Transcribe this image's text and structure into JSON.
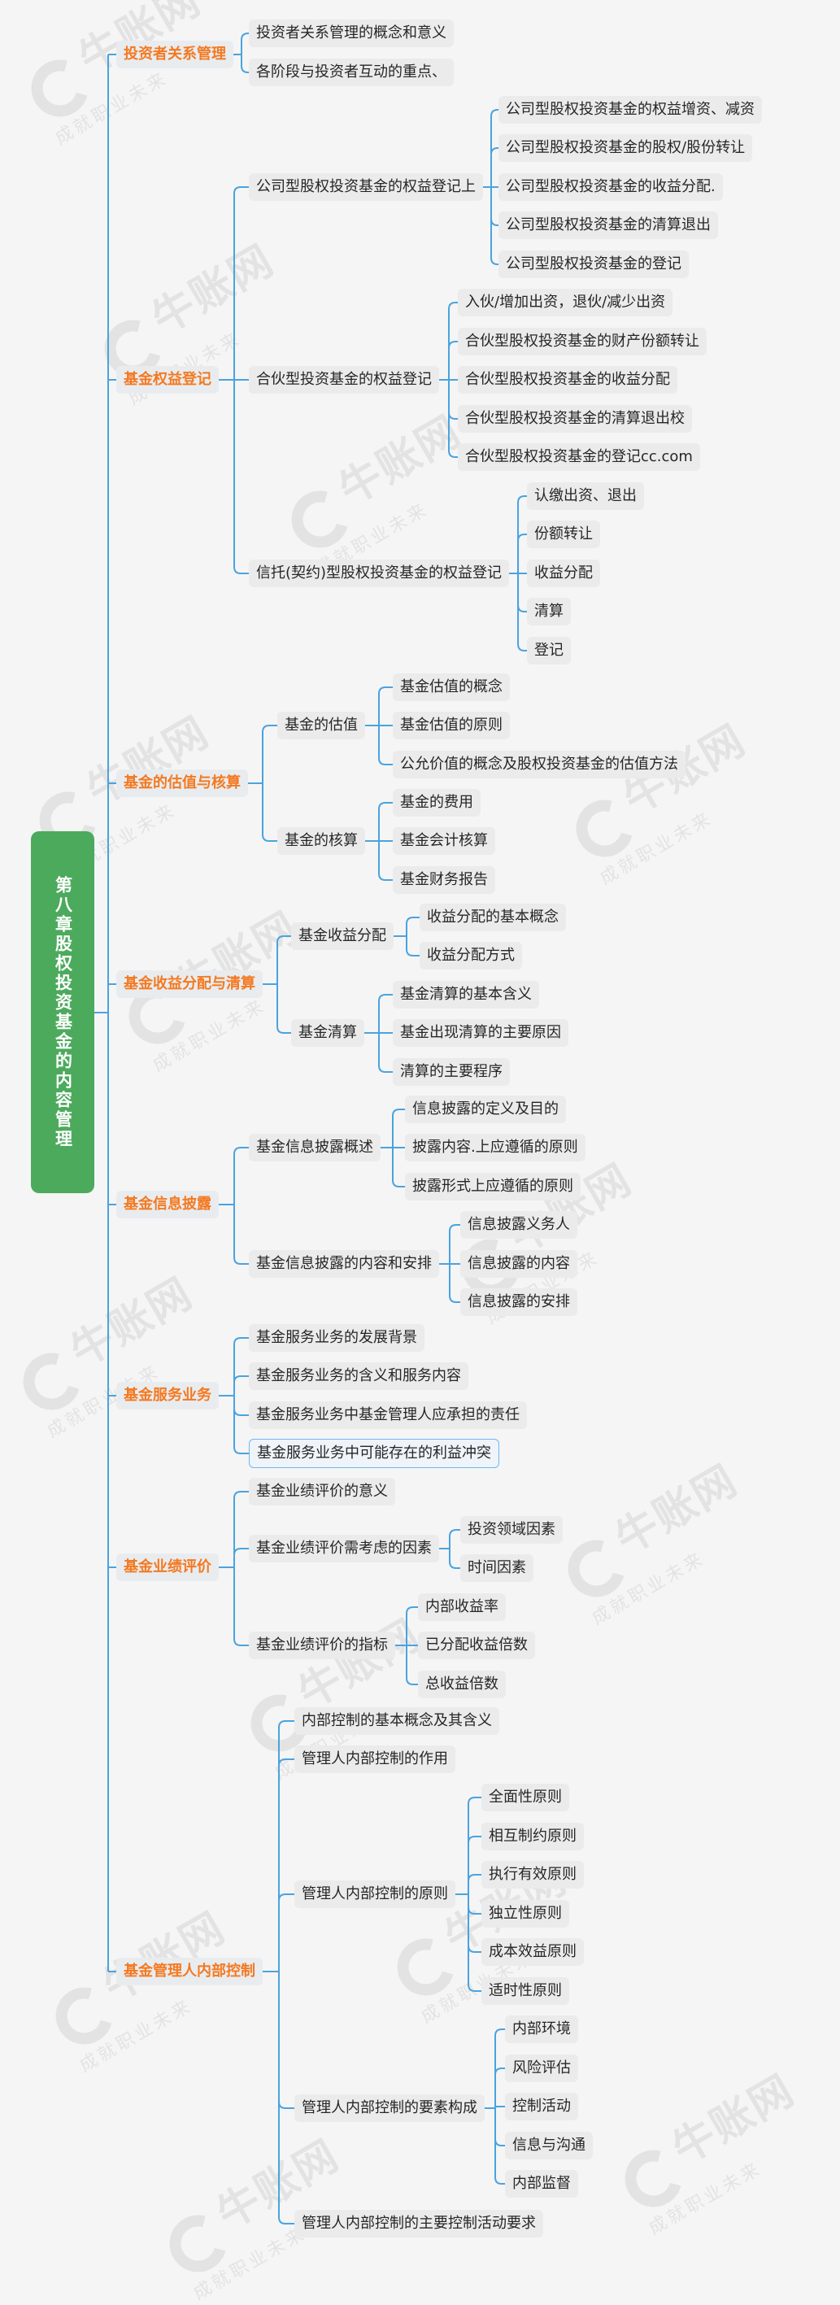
{
  "root": {
    "label": "第八章股权投资基金的内容管理"
  },
  "watermark": {
    "brand": "牛账网",
    "slogan": "成就职业未来"
  },
  "colors": {
    "line": "#4aa3df",
    "root_bg": "#4caa5c",
    "l1_text": "#f47920"
  },
  "branches": [
    {
      "label": "投资者关系管理",
      "children": [
        {
          "label": "投资者关系管理的概念和意义"
        },
        {
          "label": "各阶段与投资者互动的重点、"
        }
      ]
    },
    {
      "label": "基金权益登记",
      "children": [
        {
          "label": "公司型股权投资基金的权益登记上",
          "children": [
            {
              "label": "公司型股权投资基金的权益增资、减资"
            },
            {
              "label": "公司型股权投资基金的股权/股份转让"
            },
            {
              "label": "公司型股权投资基金的收益分配."
            },
            {
              "label": "公司型股权投资基金的清算退出"
            },
            {
              "label": "公司型股权投资基金的登记"
            }
          ]
        },
        {
          "label": "合伙型投资基金的权益登记",
          "children": [
            {
              "label": "入伙/增加出资，退伙/减少出资"
            },
            {
              "label": "合伙型股权投资基金的财产份额转让"
            },
            {
              "label": "合伙型股权投资基金的收益分配"
            },
            {
              "label": "合伙型股权投资基金的清算退出校"
            },
            {
              "label": "合伙型股权投资基金的登记cc.com"
            }
          ]
        },
        {
          "label": "信托(契约)型股权投资基金的权益登记",
          "children": [
            {
              "label": "认缴出资、退出"
            },
            {
              "label": "份额转让"
            },
            {
              "label": "收益分配"
            },
            {
              "label": "清算"
            },
            {
              "label": "登记"
            }
          ]
        }
      ]
    },
    {
      "label": "基金的估值与核算",
      "children": [
        {
          "label": "基金的估值",
          "children": [
            {
              "label": "基金估值的概念"
            },
            {
              "label": "基金估值的原则"
            },
            {
              "label": "公允价值的概念及股权投资基金的估值方法"
            }
          ]
        },
        {
          "label": "基金的核算",
          "children": [
            {
              "label": "基金的费用"
            },
            {
              "label": "基金会计核算"
            },
            {
              "label": "基金财务报告"
            }
          ]
        }
      ]
    },
    {
      "label": "基金收益分配与清算",
      "children": [
        {
          "label": "基金收益分配",
          "children": [
            {
              "label": "收益分配的基本概念"
            },
            {
              "label": "收益分配方式"
            }
          ]
        },
        {
          "label": "基金清算",
          "children": [
            {
              "label": "基金清算的基本含义"
            },
            {
              "label": "基金出现清算的主要原因"
            },
            {
              "label": "清算的主要程序"
            }
          ]
        }
      ]
    },
    {
      "label": "基金信息披露",
      "children": [
        {
          "label": "基金信息披露概述",
          "children": [
            {
              "label": "信息披露的定义及目的"
            },
            {
              "label": "披露内容.上应遵循的原则"
            },
            {
              "label": "披露形式上应遵循的原则"
            }
          ]
        },
        {
          "label": "基金信息披露的内容和安排",
          "children": [
            {
              "label": "信息披露义务人"
            },
            {
              "label": "信息披露的内容"
            },
            {
              "label": "信息披露的安排"
            }
          ]
        }
      ]
    },
    {
      "label": "基金服务业务",
      "children": [
        {
          "label": "基金服务业务的发展背景"
        },
        {
          "label": "基金服务业务的含义和服务内容"
        },
        {
          "label": "基金服务业务中基金管理人应承担的责任"
        },
        {
          "label": "基金服务业务中可能存在的利益冲突",
          "highlight": true
        }
      ]
    },
    {
      "label": "基金业绩评价",
      "children": [
        {
          "label": "基金业绩评价的意义"
        },
        {
          "label": "基金业绩评价需考虑的因素",
          "children": [
            {
              "label": "投资领域因素"
            },
            {
              "label": "时间因素"
            }
          ]
        },
        {
          "label": "基金业绩评价的指标",
          "children": [
            {
              "label": "内部收益率"
            },
            {
              "label": "已分配收益倍数"
            },
            {
              "label": "总收益倍数"
            }
          ]
        }
      ]
    },
    {
      "label": "基金管理人内部控制",
      "children": [
        {
          "label": "内部控制的基本概念及其含义"
        },
        {
          "label": "管理人内部控制的作用"
        },
        {
          "label": "管理人内部控制的原则",
          "children": [
            {
              "label": "全面性原则"
            },
            {
              "label": "相互制约原则"
            },
            {
              "label": "执行有效原则"
            },
            {
              "label": "独立性原则"
            },
            {
              "label": "成本效益原则"
            },
            {
              "label": "适时性原则"
            }
          ]
        },
        {
          "label": "管理人内部控制的要素构成",
          "children": [
            {
              "label": "内部环境"
            },
            {
              "label": "风险评估"
            },
            {
              "label": "控制活动"
            },
            {
              "label": "信息与沟通"
            },
            {
              "label": "内部监督"
            }
          ]
        },
        {
          "label": "管理人内部控制的主要控制活动要求"
        }
      ]
    }
  ]
}
